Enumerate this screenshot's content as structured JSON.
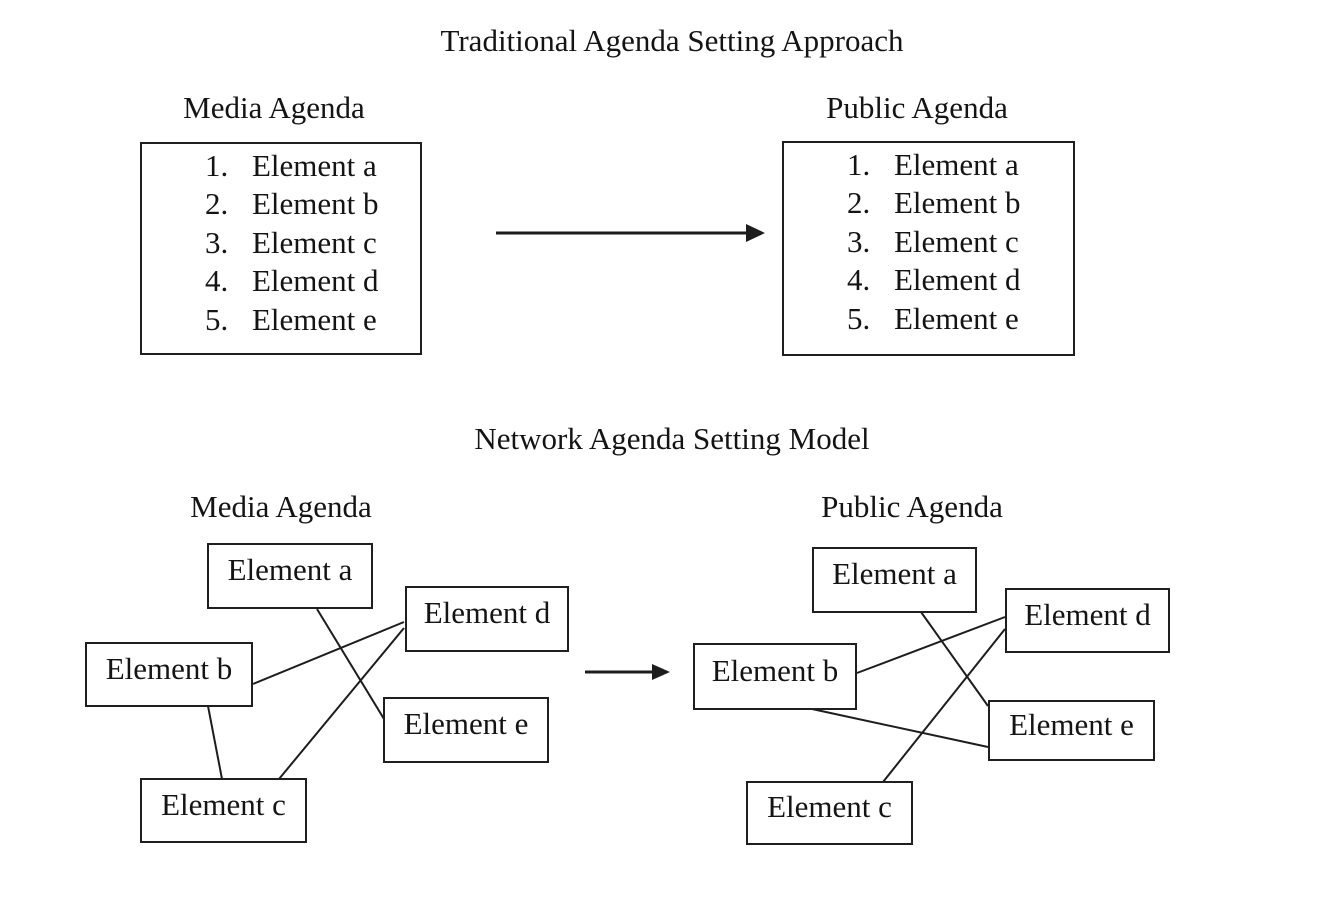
{
  "colors": {
    "background": "#ffffff",
    "ink": "#1d1d1d"
  },
  "traditional": {
    "title": "Traditional Agenda Setting Approach",
    "media": {
      "heading": "Media Agenda",
      "items": [
        {
          "num": "1.",
          "label": "Element a"
        },
        {
          "num": "2.",
          "label": "Element b"
        },
        {
          "num": "3.",
          "label": "Element c"
        },
        {
          "num": "4.",
          "label": "Element d"
        },
        {
          "num": "5.",
          "label": "Element e"
        }
      ]
    },
    "public": {
      "heading": "Public Agenda",
      "items": [
        {
          "num": "1.",
          "label": "Element a"
        },
        {
          "num": "2.",
          "label": "Element b"
        },
        {
          "num": "3.",
          "label": "Element c"
        },
        {
          "num": "4.",
          "label": "Element d"
        },
        {
          "num": "5.",
          "label": "Element e"
        }
      ]
    }
  },
  "network": {
    "title": "Network Agenda Setting Model",
    "media": {
      "heading": "Media Agenda",
      "nodes": {
        "a": "Element a",
        "b": "Element b",
        "c": "Element c",
        "d": "Element d",
        "e": "Element e"
      },
      "edges": [
        [
          "a",
          "e"
        ],
        [
          "b",
          "d"
        ],
        [
          "b",
          "c"
        ],
        [
          "c",
          "d"
        ]
      ]
    },
    "public": {
      "heading": "Public Agenda",
      "nodes": {
        "a": "Element a",
        "b": "Element b",
        "c": "Element c",
        "d": "Element d",
        "e": "Element e"
      },
      "edges": [
        [
          "a",
          "e"
        ],
        [
          "b",
          "d"
        ],
        [
          "b",
          "e"
        ],
        [
          "c",
          "d"
        ]
      ]
    }
  }
}
